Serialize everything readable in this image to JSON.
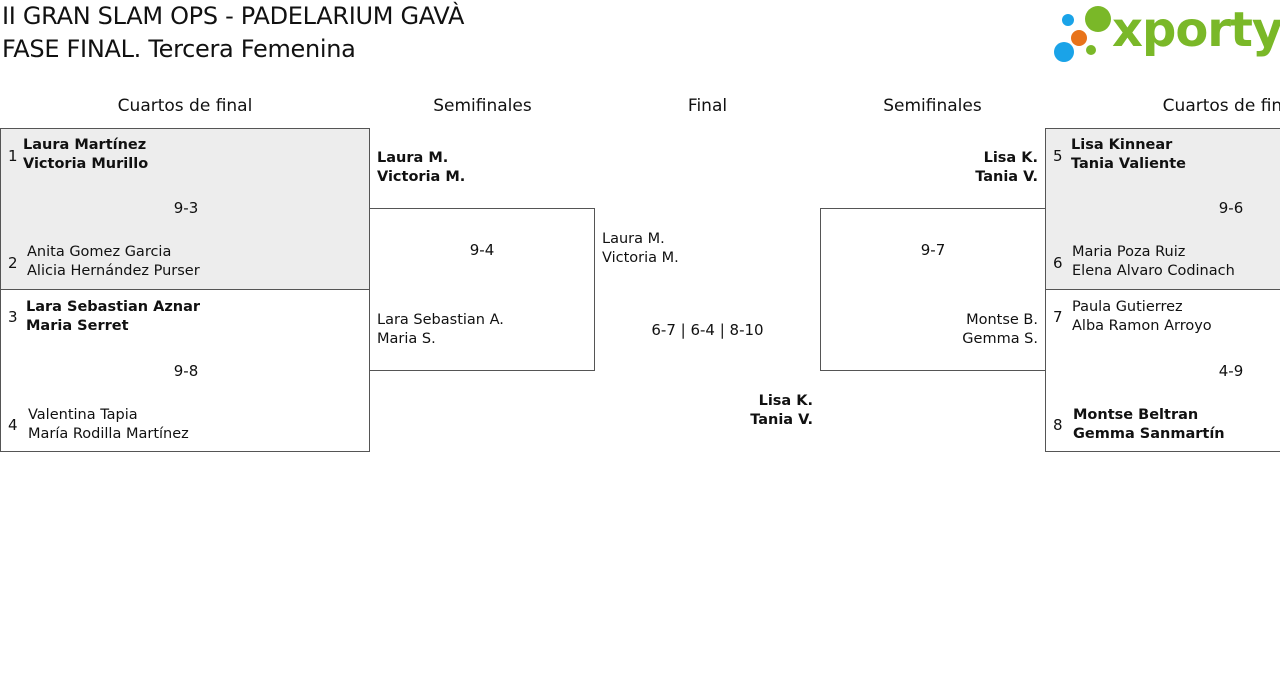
{
  "header": {
    "title_line1": "II GRAN SLAM OPS - PADELARIUM GAVÀ",
    "title_line2": "FASE FINAL. Tercera Femenina",
    "logo_text": "xporty"
  },
  "colors": {
    "logo_green": "#7ab828",
    "logo_blue": "#1aa3e8",
    "logo_orange": "#e8731a",
    "shaded": "#ededed"
  },
  "rounds": {
    "left_quarters": "Cuartos de final",
    "left_semis": "Semifinales",
    "final": "Final",
    "right_semis": "Semifinales",
    "right_quarters": "Cuartos de final"
  },
  "quarters": [
    {
      "seed_a": "1",
      "a1": "Laura Martínez",
      "a2": "Victoria Murillo",
      "seed_b": "2",
      "b1": "Anita Gomez Garcia",
      "b2": "Alicia Hernández Purser",
      "score": "9-3"
    },
    {
      "seed_a": "3",
      "a1": "Lara Sebastian Aznar",
      "a2": "Maria Serret",
      "seed_b": "4",
      "b1": "Valentina Tapia",
      "b2": "María Rodilla Martínez",
      "score": "9-8"
    },
    {
      "seed_a": "5",
      "a1": "Lisa Kinnear",
      "a2": "Tania Valiente",
      "seed_b": "6",
      "b1": "Maria Poza Ruiz",
      "b2": "Elena Alvaro Codinach",
      "score": "9-6"
    },
    {
      "seed_a": "7",
      "a1": "Paula Gutierrez",
      "a2": "Alba Ramon Arroyo",
      "seed_b": "8",
      "b1": "Montse Beltran",
      "b2": "Gemma Sanmartín",
      "score": "4-9"
    }
  ],
  "semis": [
    {
      "a1": "Laura M.",
      "a2": "Victoria M.",
      "b1": "Lara Sebastian A.",
      "b2": "Maria S.",
      "score": "9-4"
    },
    {
      "a1": "Lisa K.",
      "a2": "Tania V.",
      "b1": "Montse B.",
      "b2": "Gemma S.",
      "score": "9-7"
    }
  ],
  "final": {
    "a1": "Laura M.",
    "a2": "Victoria M.",
    "b1": "Lisa K.",
    "b2": "Tania V.",
    "score": "6-7 | 6-4 | 8-10"
  }
}
